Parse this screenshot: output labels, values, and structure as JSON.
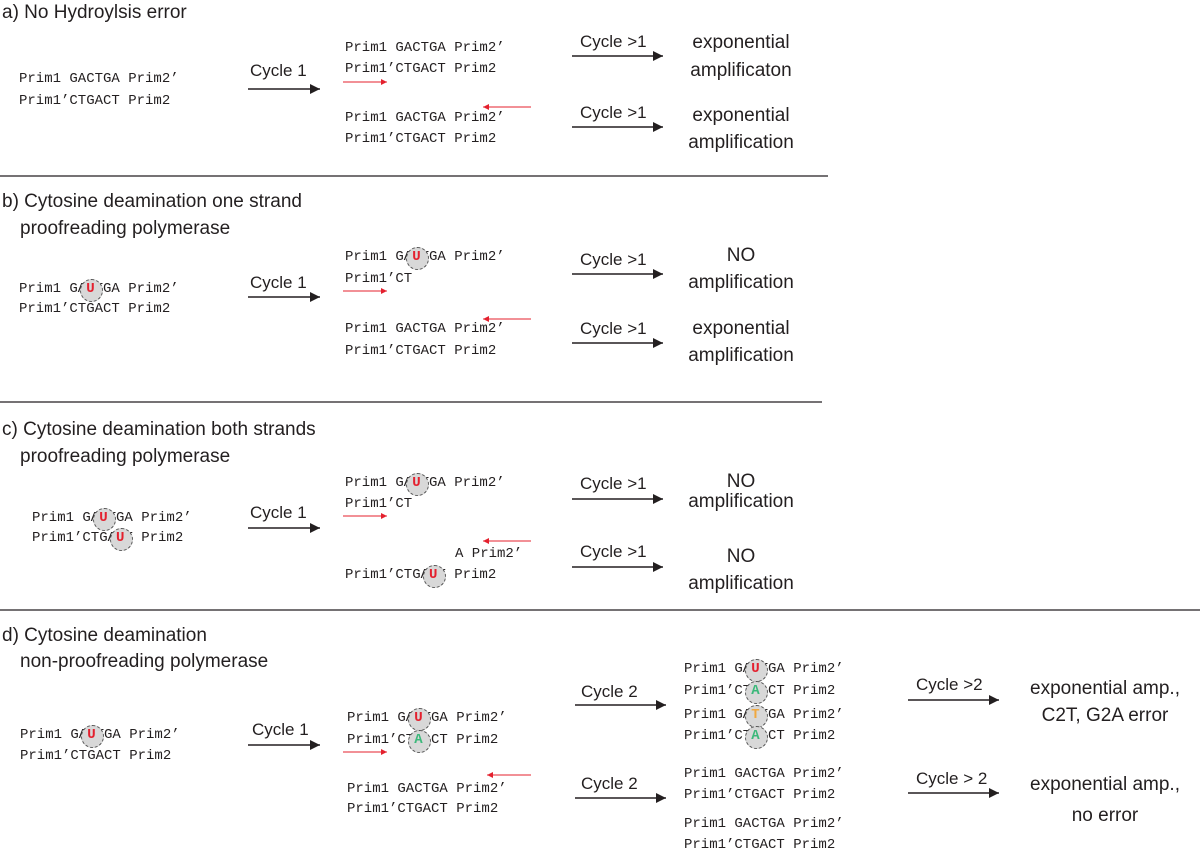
{
  "sections": [
    {
      "title": "a) No Hydroylsis error",
      "subtitle": "",
      "input": [
        {
          "pre": "Prim1 GACTGA Prim2’"
        },
        {
          "pre": "Prim1’CTGACT Prim2"
        }
      ],
      "step1_label": "Cycle 1",
      "branches": [
        {
          "lines": [
            {
              "pre": "Prim1 GACTGA Prim2’"
            },
            {
              "pre": "Prim1’CTGACT Prim2"
            }
          ],
          "cycle": "Cycle >1",
          "result": [
            "exponential",
            "amplificaton"
          ]
        },
        {
          "lines": [
            {
              "pre": "Prim1 GACTGA Prim2’"
            },
            {
              "pre": "Prim1’CTGACT Prim2"
            }
          ],
          "cycle": "Cycle >1",
          "result": [
            "exponential",
            "amplification"
          ]
        }
      ]
    },
    {
      "title": "b) Cytosine deamination one strand",
      "subtitle": "proofreading polymerase",
      "input": [
        {
          "pre": "Prim1 GA",
          "mark": "U",
          "mark_color": "red",
          "post": "TGA Prim2’"
        },
        {
          "pre": "Prim1’CTGACT Prim2"
        }
      ],
      "step1_label": "Cycle 1",
      "branches": [
        {
          "lines": [
            {
              "pre": "Prim1 GA",
              "mark": "U",
              "mark_color": "red",
              "post": "TGA Prim2’"
            },
            {
              "pre": "Prim1’CT"
            }
          ],
          "cycle": "Cycle >1",
          "result": [
            "NO",
            "amplification"
          ]
        },
        {
          "lines": [
            {
              "pre": "Prim1 GACTGA Prim2’"
            },
            {
              "pre": "Prim1’CTGACT Prim2"
            }
          ],
          "cycle": "Cycle >1",
          "result": [
            "exponential",
            "amplification"
          ]
        }
      ]
    },
    {
      "title": "c) Cytosine deamination both strands",
      "subtitle": "proofreading polymerase",
      "input": [
        {
          "pre": "Prim1 GA",
          "mark": "U",
          "mark_color": "red",
          "post": "TGA Prim2’"
        },
        {
          "pre": "Prim1’CTGA",
          "mark": "U",
          "mark_color": "red",
          "post": "T Prim2"
        }
      ],
      "step1_label": "Cycle 1",
      "branches": [
        {
          "lines": [
            {
              "pre": "Prim1 GA",
              "mark": "U",
              "mark_color": "red",
              "post": "TGA Prim2’"
            },
            {
              "pre": "Prim1’CT"
            }
          ],
          "cycle": "Cycle >1",
          "result": [
            "NO",
            "amplification"
          ]
        },
        {
          "lines": [
            {
              "pre": "A Prim2’"
            },
            {
              "pre": "Prim1’CTGA",
              "mark": "U",
              "mark_color": "red",
              "post": "T Prim2"
            }
          ],
          "cycle": "Cycle >1",
          "result": [
            "NO",
            "amplification"
          ]
        }
      ]
    },
    {
      "title": "d) Cytosine deamination",
      "subtitle": "non-proofreading polymerase",
      "input": [
        {
          "pre": "Prim1 GA",
          "mark": "U",
          "mark_color": "red",
          "post": "TGA Prim2’"
        },
        {
          "pre": "Prim1’CTGACT Prim2"
        }
      ],
      "step1_label": "Cycle 1",
      "branches": [
        {
          "lines": [
            {
              "pre": "Prim1 GA",
              "mark": "U",
              "mark_color": "red",
              "post": "TGA Prim2’"
            },
            {
              "pre": "Prim1’CT",
              "mark": "A",
              "mark_color": "green",
              "post": "ACT Prim2"
            }
          ],
          "cycle": "Cycle 2",
          "products": [
            {
              "pre": "Prim1 GA",
              "mark": "U",
              "mark_color": "red",
              "post": "TGA Prim2’"
            },
            {
              "pre": "Prim1’CT",
              "mark": "A",
              "mark_color": "green",
              "post": "ACT Prim2"
            },
            {
              "pre": "Prim1 GA",
              "mark": "T",
              "mark_color": "orange",
              "post": "TGA Prim2’"
            },
            {
              "pre": "Prim1’CT",
              "mark": "A",
              "mark_color": "green",
              "post": "ACT Prim2"
            }
          ],
          "cycle2": "Cycle >2",
          "result": [
            "exponential amp.,",
            "C2T, G2A error"
          ]
        },
        {
          "lines": [
            {
              "pre": "Prim1 GACTGA Prim2’"
            },
            {
              "pre": "Prim1’CTGACT Prim2"
            }
          ],
          "cycle": "Cycle 2",
          "products": [
            {
              "pre": "Prim1 GACTGA Prim2’"
            },
            {
              "pre": "Prim1’CTGACT Prim2"
            },
            {
              "pre": "Prim1 GACTGA Prim2’"
            },
            {
              "pre": "Prim1’CTGACT Prim2"
            }
          ],
          "cycle2": "Cycle > 2",
          "result": [
            "exponential amp.,",
            "no error"
          ]
        }
      ]
    }
  ],
  "colors": {
    "text": "#231f20",
    "primer_arrow": "#e4202e",
    "deaminated_base": "#e4202e",
    "complement_base": "#3bb87a",
    "converted_base": "#f0a840",
    "highlight_circle": "#d8d8d8"
  }
}
